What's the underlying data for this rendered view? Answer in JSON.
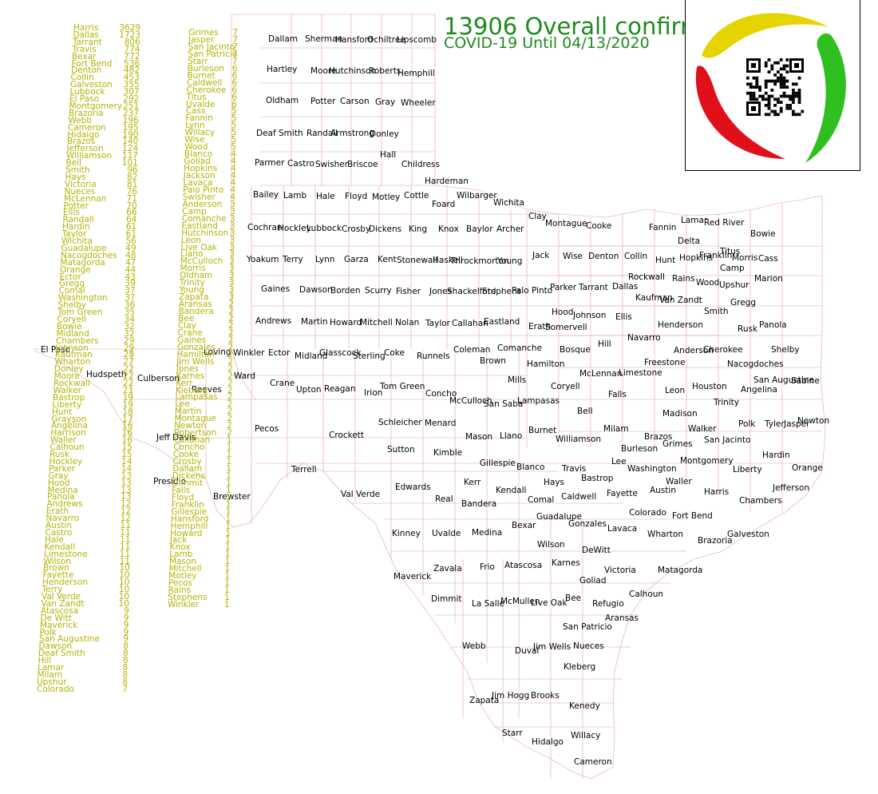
{
  "colors": {
    "list_text": "#b3b300",
    "title": "#1f8a1f",
    "border": "#e8a0a0",
    "county_text": "#000000"
  },
  "title": {
    "line1": "13906 Overall confirm",
    "line2": "COVID-19 Until 04/13/2020"
  },
  "logo": {
    "icon": "qr-code-icon",
    "ring_colors": [
      "#e6d400",
      "#2fbf1f",
      "#e0101a"
    ]
  },
  "case_lists": [
    [
      {
        "name": "Harris",
        "value": "3629"
      },
      {
        "name": "Dallas",
        "value": "1723"
      },
      {
        "name": "Tarrant",
        "value": "806"
      },
      {
        "name": "Travis",
        "value": "774"
      },
      {
        "name": "Bexar",
        "value": "772"
      },
      {
        "name": "Fort Bend",
        "value": "536"
      },
      {
        "name": "Denton",
        "value": "482"
      },
      {
        "name": "Collin",
        "value": "453"
      },
      {
        "name": "Galveston",
        "value": "355"
      },
      {
        "name": "Lubbock",
        "value": "307"
      },
      {
        "name": "El Paso",
        "value": "292"
      },
      {
        "name": "Montgomery",
        "value": "251"
      },
      {
        "name": "Brazoria",
        "value": "237"
      },
      {
        "name": "Webb",
        "value": "196"
      },
      {
        "name": "Cameron",
        "value": "195"
      },
      {
        "name": "Hidalgo",
        "value": "190"
      },
      {
        "name": "Brazos",
        "value": "140"
      },
      {
        "name": "Jefferson",
        "value": "124"
      },
      {
        "name": "Williamson",
        "value": "117"
      },
      {
        "name": "Bell",
        "value": "101"
      },
      {
        "name": "Smith",
        "value": "96"
      },
      {
        "name": "Hays",
        "value": "82"
      },
      {
        "name": "Victoria",
        "value": "81"
      },
      {
        "name": "Nueces",
        "value": "76"
      },
      {
        "name": "McLennan",
        "value": "71"
      },
      {
        "name": "Potter",
        "value": "70"
      },
      {
        "name": "Ellis",
        "value": "66"
      },
      {
        "name": "Randall",
        "value": "64"
      },
      {
        "name": "Hardin",
        "value": "61"
      },
      {
        "name": "Taylor",
        "value": "61"
      },
      {
        "name": "Wichita",
        "value": "56"
      },
      {
        "name": "Guadalupe",
        "value": "49"
      },
      {
        "name": "Nacogdoches",
        "value": "48"
      },
      {
        "name": "Matagorda",
        "value": "47"
      },
      {
        "name": "Orange",
        "value": "44"
      },
      {
        "name": "Ector",
        "value": "43"
      },
      {
        "name": "Gregg",
        "value": "39"
      },
      {
        "name": "Comal",
        "value": "37"
      },
      {
        "name": "Washington",
        "value": "37"
      },
      {
        "name": "Shelby",
        "value": "36"
      },
      {
        "name": "Tom Green",
        "value": "35"
      },
      {
        "name": "Coryell",
        "value": "34"
      },
      {
        "name": "Bowie",
        "value": "32"
      },
      {
        "name": "Midland",
        "value": "32"
      },
      {
        "name": "Chambers",
        "value": "29"
      },
      {
        "name": "Johnson",
        "value": "29"
      },
      {
        "name": "Kaufman",
        "value": "28"
      },
      {
        "name": "Wharton",
        "value": "27"
      },
      {
        "name": "Donley",
        "value": "22"
      },
      {
        "name": "Moore",
        "value": "22"
      },
      {
        "name": "Rockwall",
        "value": "22"
      },
      {
        "name": "Walker",
        "value": "21"
      },
      {
        "name": "Bastrop",
        "value": "19"
      },
      {
        "name": "Liberty",
        "value": "19"
      },
      {
        "name": "Hunt",
        "value": "18"
      },
      {
        "name": "Grayson",
        "value": "17"
      },
      {
        "name": "Angelina",
        "value": "16"
      },
      {
        "name": "Harrison",
        "value": "16"
      },
      {
        "name": "Waller",
        "value": "16"
      },
      {
        "name": "Calhoun",
        "value": "15"
      },
      {
        "name": "Rusk",
        "value": "15"
      },
      {
        "name": "Hockley",
        "value": "14"
      },
      {
        "name": "Parker",
        "value": "14"
      },
      {
        "name": "Gray",
        "value": "13"
      },
      {
        "name": "Hood",
        "value": "13"
      },
      {
        "name": "Medina",
        "value": "13"
      },
      {
        "name": "Panola",
        "value": "13"
      },
      {
        "name": "Andrews",
        "value": "12"
      },
      {
        "name": "Erath",
        "value": "12"
      },
      {
        "name": "Navarro",
        "value": "12"
      },
      {
        "name": "Austin",
        "value": "11"
      },
      {
        "name": "Castro",
        "value": "11"
      },
      {
        "name": "Hale",
        "value": "11"
      },
      {
        "name": "Kendall",
        "value": "11"
      },
      {
        "name": "Limestone",
        "value": "11"
      },
      {
        "name": "Wilson",
        "value": "11"
      },
      {
        "name": "Brown",
        "value": "10"
      },
      {
        "name": "Fayette",
        "value": "10"
      },
      {
        "name": "Henderson",
        "value": "10"
      },
      {
        "name": "Terry",
        "value": "10"
      },
      {
        "name": "Val Verde",
        "value": "10"
      },
      {
        "name": "Van Zandt",
        "value": "10"
      },
      {
        "name": "Atascosa",
        "value": "9"
      },
      {
        "name": "De Witt",
        "value": "9"
      },
      {
        "name": "Maverick",
        "value": "9"
      },
      {
        "name": "Polk",
        "value": "9"
      },
      {
        "name": "San Augustine",
        "value": "9"
      },
      {
        "name": "Dawson",
        "value": "8"
      },
      {
        "name": "Deaf Smith",
        "value": "8"
      },
      {
        "name": "Hill",
        "value": "8"
      },
      {
        "name": "Lamar",
        "value": "8"
      },
      {
        "name": "Milam",
        "value": "8"
      },
      {
        "name": "Upshur",
        "value": "8"
      },
      {
        "name": "Colorado",
        "value": "7"
      }
    ],
    [
      {
        "name": "Grimes",
        "value": "7"
      },
      {
        "name": "Jasper",
        "value": "7"
      },
      {
        "name": "San Jacinto",
        "value": "7"
      },
      {
        "name": "San Patricio",
        "value": "7"
      },
      {
        "name": "Starr",
        "value": "7"
      },
      {
        "name": "Burleson",
        "value": "6"
      },
      {
        "name": "Burnet",
        "value": "6"
      },
      {
        "name": "Caldwell",
        "value": "6"
      },
      {
        "name": "Cherokee",
        "value": "6"
      },
      {
        "name": "Titus",
        "value": "6"
      },
      {
        "name": "Uvalde",
        "value": "6"
      },
      {
        "name": "Cass",
        "value": "5"
      },
      {
        "name": "Fannin",
        "value": "5"
      },
      {
        "name": "Lynn",
        "value": "5"
      },
      {
        "name": "Willacy",
        "value": "5"
      },
      {
        "name": "Wise",
        "value": "5"
      },
      {
        "name": "Wood",
        "value": "5"
      },
      {
        "name": "Blanco",
        "value": "4"
      },
      {
        "name": "Goliad",
        "value": "4"
      },
      {
        "name": "Hopkins",
        "value": "4"
      },
      {
        "name": "Jackson",
        "value": "4"
      },
      {
        "name": "Lavaca",
        "value": "4"
      },
      {
        "name": "Palo Pinto",
        "value": "4"
      },
      {
        "name": "Swisher",
        "value": "4"
      },
      {
        "name": "Anderson",
        "value": "3"
      },
      {
        "name": "Camp",
        "value": "3"
      },
      {
        "name": "Comanche",
        "value": "3"
      },
      {
        "name": "Eastland",
        "value": "3"
      },
      {
        "name": "Hutchinson",
        "value": "3"
      },
      {
        "name": "Leon",
        "value": "3"
      },
      {
        "name": "Live Oak",
        "value": "3"
      },
      {
        "name": "Llano",
        "value": "3"
      },
      {
        "name": "McCulloch",
        "value": "3"
      },
      {
        "name": "Morris",
        "value": "3"
      },
      {
        "name": "Oldham",
        "value": "3"
      },
      {
        "name": "Trinity",
        "value": "3"
      },
      {
        "name": "Young",
        "value": "3"
      },
      {
        "name": "Zapata",
        "value": "3"
      },
      {
        "name": "Aransas",
        "value": "2"
      },
      {
        "name": "Bandera",
        "value": "2"
      },
      {
        "name": "Bee",
        "value": "2"
      },
      {
        "name": "Clay",
        "value": "2"
      },
      {
        "name": "Crane",
        "value": "2"
      },
      {
        "name": "Gaines",
        "value": "2"
      },
      {
        "name": "Gonzales",
        "value": "2"
      },
      {
        "name": "Hamilton",
        "value": "2"
      },
      {
        "name": "Jim Wells",
        "value": "2"
      },
      {
        "name": "Jones",
        "value": "2"
      },
      {
        "name": "Karnes",
        "value": "2"
      },
      {
        "name": "Kerr",
        "value": "2"
      },
      {
        "name": "Kleberg",
        "value": "2"
      },
      {
        "name": "Lampasas",
        "value": "2"
      },
      {
        "name": "Lee",
        "value": "2"
      },
      {
        "name": "Martin",
        "value": "2"
      },
      {
        "name": "Montague",
        "value": "2"
      },
      {
        "name": "Newton",
        "value": "2"
      },
      {
        "name": "Robertson",
        "value": "2"
      },
      {
        "name": "Callahan",
        "value": "1"
      },
      {
        "name": "Concho",
        "value": "1"
      },
      {
        "name": "Cooke",
        "value": "1"
      },
      {
        "name": "Crosby",
        "value": "1"
      },
      {
        "name": "Dallam",
        "value": "1"
      },
      {
        "name": "Dickens",
        "value": "1"
      },
      {
        "name": "Dimmit",
        "value": "1"
      },
      {
        "name": "Falls",
        "value": "1"
      },
      {
        "name": "Floyd",
        "value": "1"
      },
      {
        "name": "Franklin",
        "value": "1"
      },
      {
        "name": "Gillespie",
        "value": "1"
      },
      {
        "name": "Hansford",
        "value": "1"
      },
      {
        "name": "Hemphill",
        "value": "1"
      },
      {
        "name": "Howard",
        "value": "1"
      },
      {
        "name": "Jack",
        "value": "1"
      },
      {
        "name": "Knox",
        "value": "1"
      },
      {
        "name": "Lamb",
        "value": "1"
      },
      {
        "name": "Mason",
        "value": "1"
      },
      {
        "name": "Mitchell",
        "value": "1"
      },
      {
        "name": "Motley",
        "value": "1"
      },
      {
        "name": "Pecos",
        "value": "1"
      },
      {
        "name": "Rains",
        "value": "1"
      },
      {
        "name": "Stephens",
        "value": "1"
      },
      {
        "name": "Winkler",
        "value": "1"
      }
    ]
  ],
  "counties": [
    "Dallam",
    "Sherman",
    "Hansford",
    "Ochiltree",
    "Lipscomb",
    "Hartley",
    "Moore",
    "Hutchinson",
    "Roberts",
    "Hemphill",
    "Oldham",
    "Potter",
    "Carson",
    "Gray",
    "Wheeler",
    "Deaf Smith",
    "Randall",
    "Armstrong",
    "Donley",
    "Hall",
    "Parmer",
    "Castro",
    "Swisher",
    "Briscoe",
    "Childress",
    "Hardeman",
    "Wilbarger",
    "Foard",
    "Wichita",
    "Clay",
    "Montague",
    "Cooke",
    "Fannin",
    "Lamar",
    "Red River",
    "Bowie",
    "Bailey",
    "Lamb",
    "Hale",
    "Floyd",
    "Motley",
    "Cottle",
    "Cochran",
    "Hockley",
    "Lubbock",
    "Crosby",
    "Dickens",
    "King",
    "Knox",
    "Baylor",
    "Archer",
    "Jack",
    "Wise",
    "Denton",
    "Collin",
    "Hunt",
    "Delta",
    "Hopkins",
    "Franklin",
    "Titus",
    "Morris",
    "Cass",
    "Camp",
    "Yoakum",
    "Terry",
    "Lynn",
    "Garza",
    "Kent",
    "Stonewall",
    "Haskell",
    "Throckmorton",
    "Young",
    "Rockwall",
    "Rains",
    "Wood",
    "Upshur",
    "Marion",
    "Gaines",
    "Dawson",
    "Borden",
    "Scurry",
    "Fisher",
    "Jones",
    "Shackelford",
    "Stephens",
    "Palo Pinto",
    "Parker",
    "Tarrant",
    "Dallas",
    "Kaufman",
    "Van Zandt",
    "Smith",
    "Gregg",
    "Harrison",
    "Andrews",
    "Martin",
    "Howard",
    "Mitchell",
    "Nolan",
    "Taylor",
    "Callahan",
    "Eastland",
    "Erath",
    "Hood",
    "Somervell",
    "Johnson",
    "Ellis",
    "Henderson",
    "Rusk",
    "Panola",
    "El Paso",
    "Loving",
    "Winkler",
    "Ector",
    "Midland",
    "Glasscock",
    "Sterling",
    "Coke",
    "Runnels",
    "Coleman",
    "Brown",
    "Comanche",
    "Bosque",
    "Hill",
    "Navarro",
    "Anderson",
    "Cherokee",
    "Shelby",
    "Nacogdoches",
    "Hudspeth",
    "Culberson",
    "Reeves",
    "Ward",
    "Crane",
    "Upton",
    "Reagan",
    "Irion",
    "Tom Green",
    "Concho",
    "McCulloch",
    "Mills",
    "Hamilton",
    "Coryell",
    "McLennan",
    "Limestone",
    "Freestone",
    "Leon",
    "Houston",
    "San Augustine",
    "Sabine",
    "Angelina",
    "Lampasas",
    "San Saba",
    "Falls",
    "Bell",
    "Robertson",
    "Madison",
    "Trinity",
    "Polk",
    "Tyler",
    "Jasper",
    "Newton",
    "Pecos",
    "Crockett",
    "Schleicher",
    "Menard",
    "Sutton",
    "Kimble",
    "Mason",
    "Llano",
    "Burnet",
    "Milam",
    "Williamson",
    "Brazos",
    "Grimes",
    "Walker",
    "San Jacinto",
    "Hardin",
    "Orange",
    "Jeff Davis",
    "Presidio",
    "Brewster",
    "Terrell",
    "Val Verde",
    "Edwards",
    "Kerr",
    "Gillespie",
    "Blanco",
    "Travis",
    "Lee",
    "Burleson",
    "Washington",
    "Montgomery",
    "Liberty",
    "Jefferson",
    "Real",
    "Bandera",
    "Kendall",
    "Comal",
    "Hays",
    "Bastrop",
    "Fayette",
    "Austin",
    "Waller",
    "Harris",
    "Chambers",
    "Kinney",
    "Uvalde",
    "Medina",
    "Bexar",
    "Guadalupe",
    "Caldwell",
    "Gonzales",
    "Lavaca",
    "Colorado",
    "Fort Bend",
    "Galveston",
    "Wharton",
    "Brazoria",
    "Maverick",
    "Zavala",
    "Frio",
    "Atascosa",
    "Wilson",
    "Karnes",
    "DeWitt",
    "Victoria",
    "Jackson",
    "Matagorda",
    "Goliad",
    "Calhoun",
    "Dimmit",
    "La Salle",
    "McMullen",
    "Live Oak",
    "Bee",
    "Refugio",
    "Aransas",
    "San Patricio",
    "Webb",
    "Duval",
    "Jim Wells",
    "Nueces",
    "Kleberg",
    "Zapata",
    "Jim Hogg",
    "Brooks",
    "Kenedy",
    "Starr",
    "Hidalgo",
    "Willacy",
    "Cameron"
  ]
}
